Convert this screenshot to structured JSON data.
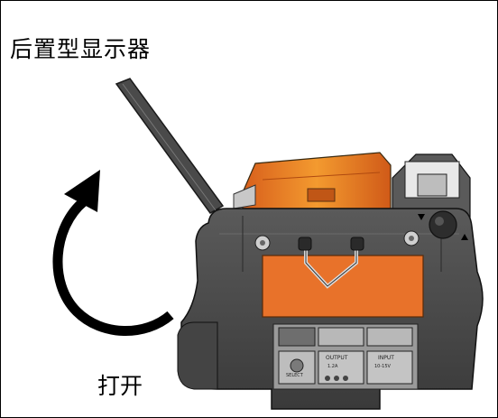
{
  "title": "后置型显示器",
  "action_label": "打开",
  "panel_labels": {
    "select": "SELECT",
    "output": "OUTPUT",
    "output_rating": "1.2A",
    "input": "INPUT",
    "input_rating": "10-15V"
  },
  "icons": [
    "curved-arrow-icon",
    "up-triangle-icon",
    "down-triangle-icon"
  ],
  "colors": {
    "body": "#4a4a4a",
    "body_dark": "#333333",
    "accent": "#e8722a",
    "accent_light": "#f0a040",
    "line": "#000000"
  }
}
